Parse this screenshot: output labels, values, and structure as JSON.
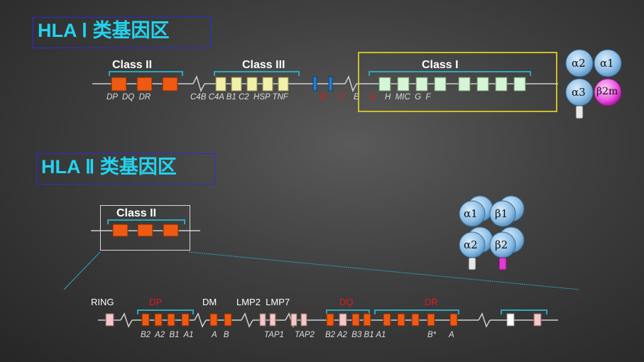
{
  "section_top": {
    "title": "HLA Ⅰ 类基因区"
  },
  "section_mid": {
    "title": "HLA Ⅱ 类基因区"
  },
  "top_map": {
    "class_labels": {
      "class_ii": "Class II",
      "class_iii": "Class III",
      "class_i": "Class I"
    },
    "class_ii_genes": "DP  DQ  DR",
    "class_iii_genes": "C4B C4A B1 C2  HSP TNF",
    "class_i_genes": [
      {
        "text": "B",
        "color": "red"
      },
      {
        "text": "C",
        "color": "red"
      },
      {
        "text": "E",
        "color": "grey"
      },
      {
        "text": "A",
        "color": "red"
      },
      {
        "text": "H  MIC  G  F",
        "color": "grey"
      }
    ]
  },
  "class_i_molecule": {
    "domains": [
      "α2",
      "α1",
      "α3",
      "β2m"
    ]
  },
  "class_ii_zoom": {
    "label": "Class II"
  },
  "class_ii_molecule": {
    "domains": [
      "α1",
      "β1",
      "α2",
      "β2"
    ]
  },
  "detail_map": {
    "top_labels": [
      {
        "text": "RING",
        "color": "white"
      },
      {
        "text": "DP",
        "color": "red"
      },
      {
        "text": "DM",
        "color": "white"
      },
      {
        "text": "LMP2  LMP7",
        "color": "white"
      },
      {
        "text": "DQ",
        "color": "red"
      },
      {
        "text": "DR",
        "color": "red"
      }
    ],
    "bottom_labels": [
      "B2  A2  B1  A1",
      "A   B",
      "TAP1",
      "TAP2",
      "B2 A2  B3 B1 A1",
      "B*",
      "A"
    ]
  },
  "colors": {
    "title_text": "#22d3ee",
    "title_border": "#2d2dd8",
    "gene_orange": "#ee5a12",
    "gene_light_green": "#d6f5d6",
    "gene_yellow": "#f2f0a8",
    "gene_blue": "#1e7fd6",
    "gene_pink": "#f3c8c8",
    "bracket_teal": "#2fa8b8",
    "class_i_box": "#cbbf2a",
    "red_label": "#e21a1a",
    "domain_blue": "#9cc8e8",
    "domain_magenta": "#e23ad2"
  }
}
